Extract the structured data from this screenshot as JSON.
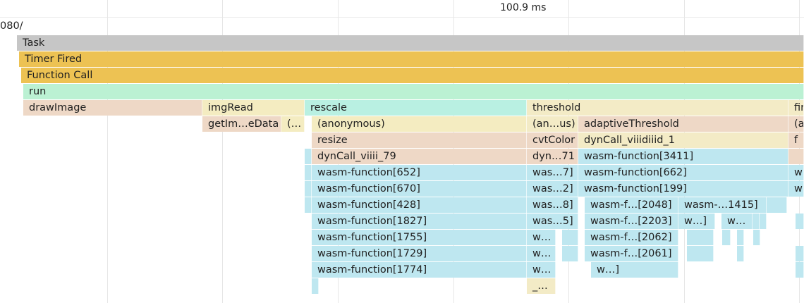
{
  "timeline": {
    "time_marker": "100.9 ms",
    "url_fragment": "080/"
  },
  "colors": {
    "task": "#c6c6c6",
    "timer": "#edc253",
    "run": "#bbf1d3",
    "draw": "#eed8c6",
    "imgread": "#f4ecc1",
    "rescale": "#b9f0e2",
    "threshold": "#f3ebc6",
    "wasm": "#bee7f0"
  },
  "frames": [
    {
      "label": "Task",
      "c": "task"
    },
    {
      "label": "Timer Fired",
      "c": "timer"
    },
    {
      "label": "Function Call",
      "c": "timer"
    },
    {
      "label": "run",
      "c": "run"
    },
    {
      "label": "drawImage",
      "c": "draw"
    },
    {
      "label": "imgRead",
      "c": "img"
    },
    {
      "label": "rescale",
      "c": "resc"
    },
    {
      "label": "threshold",
      "c": "thr"
    },
    {
      "label": "fir",
      "c": "thr"
    },
    {
      "label": "getIm…eData",
      "c": "draw"
    },
    {
      "label": "(…",
      "c": "img"
    },
    {
      "label": "(anonymous)",
      "c": "img"
    },
    {
      "label": "(an…us)",
      "c": "thr"
    },
    {
      "label": "adaptiveThreshold",
      "c": "draw"
    },
    {
      "label": "(an",
      "c": "draw"
    },
    {
      "label": "resize",
      "c": "draw"
    },
    {
      "label": "cvtColor",
      "c": "draw"
    },
    {
      "label": "dynCall_viiidiiid_1",
      "c": "thr"
    },
    {
      "label": "f",
      "c": "draw"
    },
    {
      "label": "",
      "c": "wasm"
    },
    {
      "label": "dynCall_viiii_79",
      "c": "draw"
    },
    {
      "label": "dyn…71",
      "c": "draw"
    },
    {
      "label": "wasm-function[3411]",
      "c": "wasm"
    },
    {
      "label": "",
      "c": "draw"
    },
    {
      "label": "",
      "c": "wasm"
    },
    {
      "label": "wasm-function[652]",
      "c": "wasm"
    },
    {
      "label": "was…7]",
      "c": "wasm"
    },
    {
      "label": "wasm-function[662]",
      "c": "wasm"
    },
    {
      "label": "w",
      "c": "wasm"
    },
    {
      "label": "",
      "c": "wasm"
    },
    {
      "label": "wasm-function[670]",
      "c": "wasm"
    },
    {
      "label": "was…2]",
      "c": "wasm"
    },
    {
      "label": "wasm-function[199]",
      "c": "wasm"
    },
    {
      "label": "w",
      "c": "wasm"
    },
    {
      "label": "",
      "c": "wasm"
    },
    {
      "label": "wasm-function[428]",
      "c": "wasm"
    },
    {
      "label": "was…8]",
      "c": "wasm"
    },
    {
      "label": "wasm-f…[2048]",
      "c": "wasm"
    },
    {
      "label": "wasm-…1415]",
      "c": "wasm"
    },
    {
      "label": "",
      "c": "wasm"
    },
    {
      "label": "",
      "c": "wasm"
    },
    {
      "label": "wasm-function[1827]",
      "c": "wasm"
    },
    {
      "label": "was…5]",
      "c": "wasm"
    },
    {
      "label": "wasm-f…[2203]",
      "c": "wasm"
    },
    {
      "label": "w…]",
      "c": "wasm"
    },
    {
      "label": "w…",
      "c": "wasm"
    },
    {
      "label": "",
      "c": "wasm"
    },
    {
      "label": "",
      "c": "wasm"
    },
    {
      "label": "",
      "c": "wasm"
    },
    {
      "label": "wasm-function[1755]",
      "c": "wasm"
    },
    {
      "label": "w…",
      "c": "wasm"
    },
    {
      "label": "",
      "c": "wasm"
    },
    {
      "label": "wasm-f…[2062]",
      "c": "wasm"
    },
    {
      "label": "",
      "c": "wasm"
    },
    {
      "label": "",
      "c": "wasm"
    },
    {
      "label": "",
      "c": "wasm"
    },
    {
      "label": "",
      "c": "wasm"
    },
    {
      "label": "wasm-function[1729]",
      "c": "wasm"
    },
    {
      "label": "w…",
      "c": "wasm"
    },
    {
      "label": "",
      "c": "wasm"
    },
    {
      "label": "wasm-f…[2061]",
      "c": "wasm"
    },
    {
      "label": "",
      "c": "wasm"
    },
    {
      "label": "",
      "c": "wasm"
    },
    {
      "label": "",
      "c": "wasm"
    },
    {
      "label": "wasm-function[1774]",
      "c": "wasm"
    },
    {
      "label": "w…",
      "c": "wasm"
    },
    {
      "label": "w…]",
      "c": "wasm"
    },
    {
      "label": "",
      "c": "wasm"
    },
    {
      "label": "_…",
      "c": "thr"
    }
  ]
}
